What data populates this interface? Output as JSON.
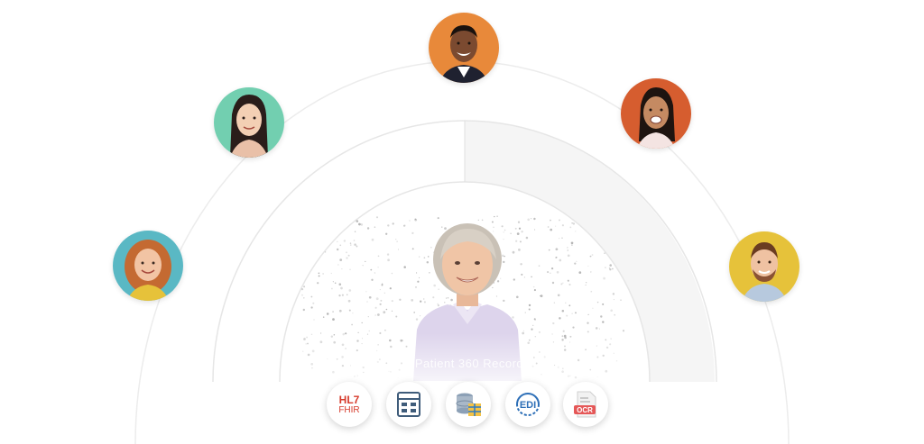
{
  "center": {
    "caption": "Patient 360 Record"
  },
  "sources": [
    {
      "name": "hl7-fhir",
      "top_label": "HL7",
      "bottom_label": "FHIR"
    },
    {
      "name": "spreadsheet",
      "label": ""
    },
    {
      "name": "database",
      "label": ""
    },
    {
      "name": "edi",
      "label": "EDI"
    },
    {
      "name": "ocr",
      "label": "OCR"
    }
  ],
  "colors": {
    "arc": "#ececec",
    "highlight_band": "#f4f4f4",
    "avatar_teal": "#5ab8c4",
    "avatar_mint": "#72cfb0",
    "avatar_orange": "#e8893a",
    "avatar_rust": "#d65d2f",
    "avatar_yellow": "#e6c23a",
    "fhir_red": "#d63a2b",
    "edi_blue": "#2d6fb7",
    "ocr_red": "#e55757"
  }
}
